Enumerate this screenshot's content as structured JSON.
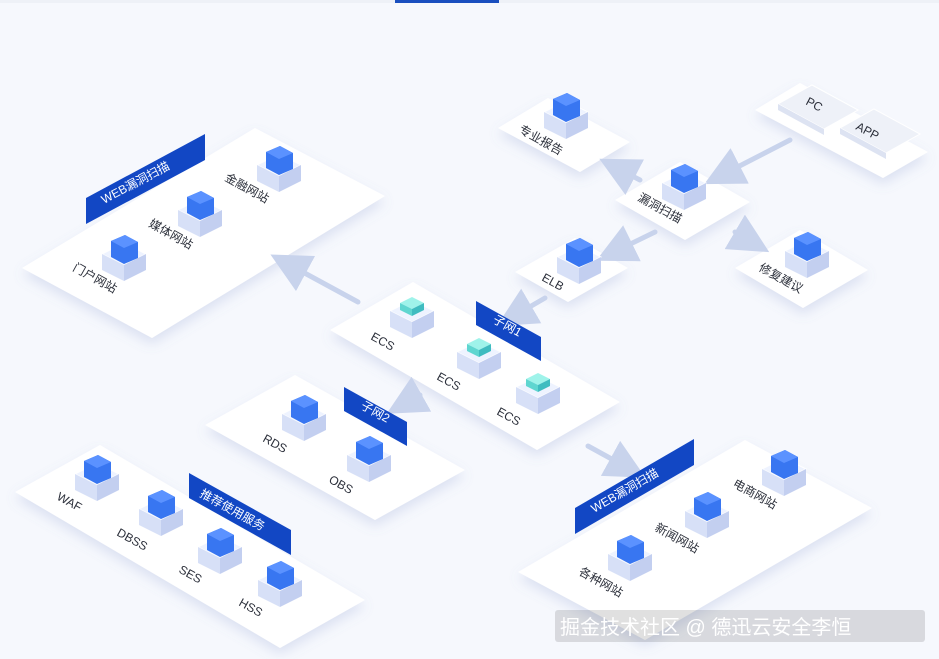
{
  "colors": {
    "platform": "#ffffff",
    "banner": "#1247c4",
    "cube_top": "#eef3ff",
    "cube_left": "#d7e0f7",
    "cube_right": "#c3cff0",
    "icon_face": "#2d6ff0",
    "arrow": "#c8d3ec",
    "label": "#2b2f3a"
  },
  "labels": {
    "web_scan_left": "WEB漏洞扫描",
    "finance_site": "金融网站",
    "media_site": "媒体网站",
    "portal_site": "门户网站",
    "report": "专业报告",
    "pc": "PC",
    "app": "APP",
    "vuln_scan": "漏洞扫描",
    "fix_advice": "修复建议",
    "elb": "ELB",
    "subnet1": "子网1",
    "ecs_1": "ECS",
    "ecs_2": "ECS",
    "ecs_3": "ECS",
    "subnet2": "子网2",
    "rds": "RDS",
    "obs": "OBS",
    "waf": "WAF",
    "dbss": "DBSS",
    "ses": "SES",
    "hss": "HSS",
    "recommended": "推荐使用服务",
    "web_scan_right": "WEB漏洞扫描",
    "ecommerce_site": "电商网站",
    "news_site": "新闻网站",
    "various_site": "各种网站"
  },
  "icons": {
    "finance": "coin-icon",
    "media": "tv-icon",
    "portal": "window-icon",
    "report": "document-icon",
    "scan": "radar-icon",
    "fix": "gear-icon",
    "elb": "balance-icon",
    "rds": "database-icon",
    "obs": "cloud-icon",
    "waf": "firewall-icon",
    "dbss": "shield-icon",
    "ses": "refresh-icon",
    "hss": "list-icon",
    "ecommerce": "cart-icon",
    "news": "news-icon",
    "various": "grid-icon"
  },
  "watermark": "掘金技术社区 @ 德迅云安全李恒"
}
